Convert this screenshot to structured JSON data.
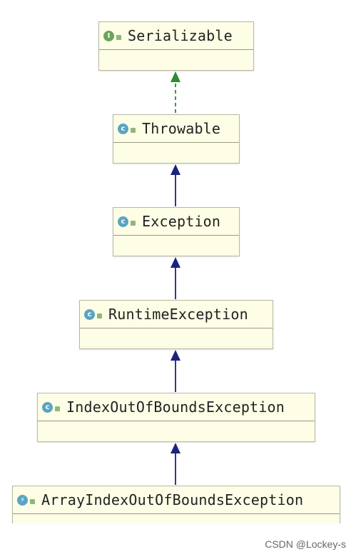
{
  "diagram": {
    "nodes": [
      {
        "id": "serializable",
        "name": "Serializable",
        "kind": "interface",
        "icon": "interface-icon"
      },
      {
        "id": "throwable",
        "name": "Throwable",
        "kind": "class",
        "icon": "class-icon"
      },
      {
        "id": "exception",
        "name": "Exception",
        "kind": "class",
        "icon": "class-icon"
      },
      {
        "id": "runtime",
        "name": "RuntimeException",
        "kind": "class",
        "icon": "class-icon"
      },
      {
        "id": "indexoob",
        "name": "IndexOutOfBoundsException",
        "kind": "class",
        "icon": "class-icon"
      },
      {
        "id": "arrayindexoob",
        "name": "ArrayIndexOutOfBoundsException",
        "kind": "class",
        "icon": "lightning-class-icon"
      }
    ],
    "edges": [
      {
        "from": "throwable",
        "to": "serializable",
        "type": "implements",
        "color": "#2e8b2e",
        "style": "dashed"
      },
      {
        "from": "exception",
        "to": "throwable",
        "type": "extends",
        "color": "#1a237e",
        "style": "solid"
      },
      {
        "from": "runtime",
        "to": "exception",
        "type": "extends",
        "color": "#1a237e",
        "style": "solid"
      },
      {
        "from": "indexoob",
        "to": "runtime",
        "type": "extends",
        "color": "#1a237e",
        "style": "solid"
      },
      {
        "from": "arrayindexoob",
        "to": "indexoob",
        "type": "extends",
        "color": "#1a237e",
        "style": "solid"
      }
    ]
  },
  "watermark": "CSDN @Lockey-s"
}
